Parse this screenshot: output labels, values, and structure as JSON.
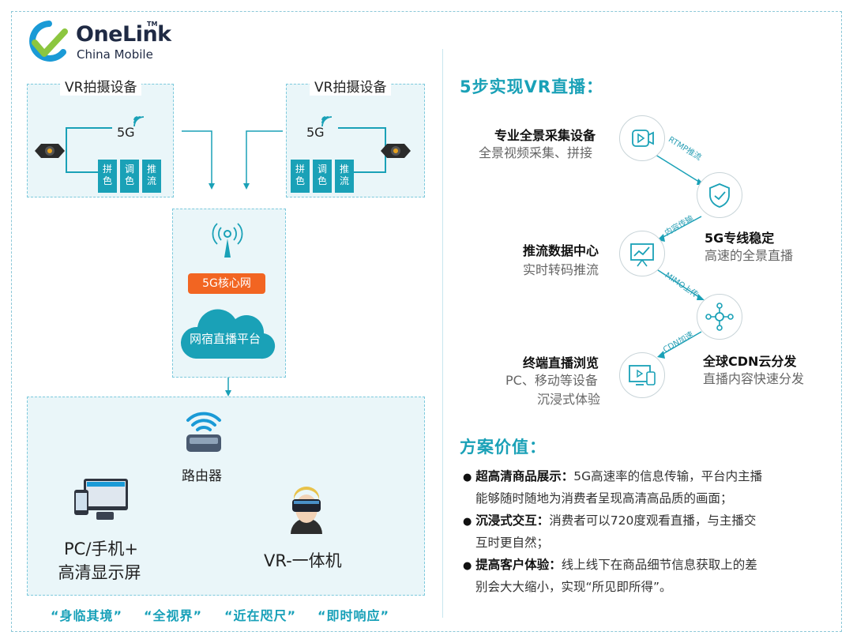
{
  "logo": {
    "brand": "OneLink",
    "tm": "TM",
    "sub": "China Mobile"
  },
  "left": {
    "capture_left": {
      "title": "VR拍摄设备",
      "signal": "5G",
      "steps": [
        "拼\n色",
        "调\n色",
        "推\n流"
      ]
    },
    "capture_right": {
      "title": "VR拍摄设备",
      "signal": "5G",
      "steps": [
        "拼\n色",
        "调\n色",
        "推\n流"
      ]
    },
    "core": {
      "network_label": "5G核心网",
      "platform_label": "网宿直播平台"
    },
    "terminal": {
      "router_label": "路由器",
      "pc_label_line1": "PC/手机+",
      "pc_label_line2": "高清显示屏",
      "vr_label": "VR-一体机"
    },
    "tags": [
      "“身临其境”",
      "“全视界”",
      "“近在咫尺”",
      "“即时响应”"
    ]
  },
  "right": {
    "steps_title": "5步实现VR直播：",
    "steps": [
      {
        "title": "专业全景采集设备",
        "sub1": "全景视频采集、拼接",
        "icon": "video-camera-icon"
      },
      {
        "title": "5G专线稳定",
        "sub1": "高速的全景直播",
        "icon": "shield-check-icon"
      },
      {
        "title": "推流数据中心",
        "sub1": "实时转码推流",
        "icon": "presentation-chart-icon"
      },
      {
        "title": "全球CDN云分发",
        "sub1": "直播内容快速分发",
        "icon": "network-nodes-icon"
      },
      {
        "title": "终端直播浏览",
        "sub1": "PC、移动等设备",
        "sub2": "沉浸式体验",
        "icon": "monitor-phone-icon"
      }
    ],
    "arrow_labels": [
      "RTMP推流",
      "内容传输",
      "MIMO上传",
      "CDN加速"
    ],
    "value_title": "方案价值：",
    "values": [
      {
        "bold": "超高清商品展示：",
        "line1": "5G高速率的信息传输，平台内主播",
        "line2": "能够随时随地为消费者呈现高清高品质的画面；"
      },
      {
        "bold": "沉浸式交互：",
        "line1": "消费者可以720度观看直播，与主播交",
        "line2": "互时更自然；"
      },
      {
        "bold": "提高客户体验：",
        "line1": "线上线下在商品细节信息获取上的差",
        "line2": "别会大大缩小，实现“所见即所得”。"
      }
    ]
  },
  "colors": {
    "accent": "#1aa1b7",
    "orange": "#f26522",
    "box_bg": "#eaf6f9",
    "logo_green": "#8cc63f",
    "logo_blue": "#1a9ad6"
  }
}
